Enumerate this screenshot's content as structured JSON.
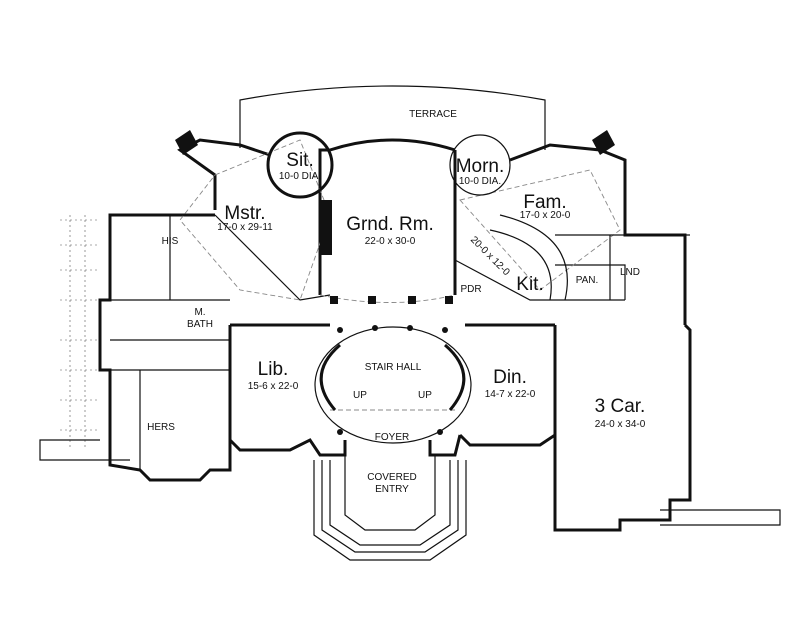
{
  "rooms": {
    "terrace": {
      "name": "TERRACE"
    },
    "sitting": {
      "name": "Sit.",
      "size": "10-0 DIA."
    },
    "morning": {
      "name": "Morn.",
      "size": "10-0 DIA."
    },
    "master": {
      "name": "Mstr.",
      "size": "17-0 x 29-11"
    },
    "grand_room": {
      "name": "Grnd. Rm.",
      "size": "22-0 x 30-0"
    },
    "family": {
      "name": "Fam.",
      "size": "17-0 x 20-0"
    },
    "kitchen": {
      "name": "Kit.",
      "size": "20-0 x 12-0"
    },
    "powder": {
      "name": "PDR"
    },
    "pantry": {
      "name": "PAN."
    },
    "laundry": {
      "name": "LND"
    },
    "his": {
      "name": "HIS"
    },
    "hers": {
      "name": "HERS"
    },
    "master_bath": {
      "name": "M.",
      "name2": "BATH"
    },
    "library": {
      "name": "Lib.",
      "size": "15-6 x 22-0"
    },
    "stair_hall": {
      "name": "STAIR HALL",
      "up": "UP"
    },
    "dining": {
      "name": "Din.",
      "size": "14-7 x 22-0"
    },
    "garage": {
      "name": "3 Car.",
      "size": "24-0 x 34-0"
    },
    "foyer": {
      "name": "FOYER"
    },
    "covered_entry": {
      "name": "COVERED",
      "name2": "ENTRY"
    }
  }
}
